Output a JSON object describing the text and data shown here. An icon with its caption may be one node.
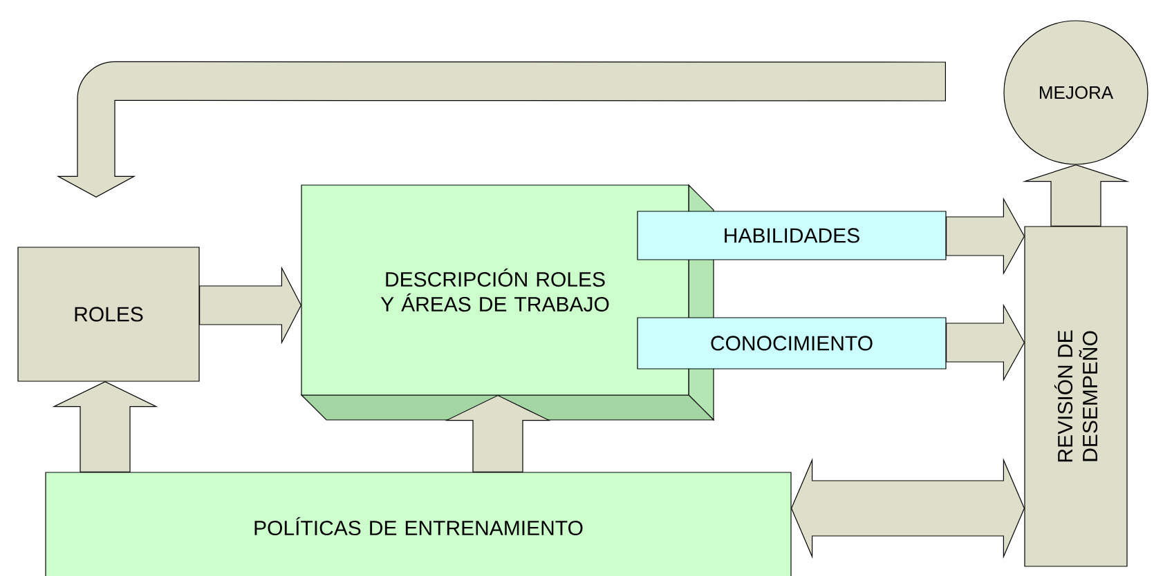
{
  "diagram": {
    "nodes": [
      {
        "text": [
          "ROLES"
        ]
      },
      {
        "text": [
          "DESCRIPCIÓN ROLES Y ÁREAS DE TRABAJO"
        ]
      },
      {
        "text": [
          "HABILIDADES"
        ]
      },
      {
        "text": [
          "CONOCIMIENTO"
        ]
      },
      {
        "text": [
          "REVISIÓN DE DESEMPEÑO"
        ]
      },
      {
        "text": [
          "MEJORA"
        ]
      },
      {
        "text": [
          "POLÍTICAS DE ENTRENAMIENTO"
        ]
      }
    ],
    "edges": [
      {
        "from": 0,
        "to": 1,
        "arrow": "to"
      },
      {
        "from": 2,
        "to": 4,
        "arrow": "to"
      },
      {
        "from": 3,
        "to": 4,
        "arrow": "to"
      },
      {
        "from": 4,
        "to": 5,
        "arrow": "to"
      },
      {
        "from": 6,
        "to": 0,
        "arrow": "to"
      },
      {
        "from": 6,
        "to": 1,
        "arrow": "to"
      },
      {
        "from": 6,
        "to": 4,
        "arrow": "both"
      },
      {
        "from": 5,
        "to": 0,
        "arrow": "to"
      }
    ]
  }
}
